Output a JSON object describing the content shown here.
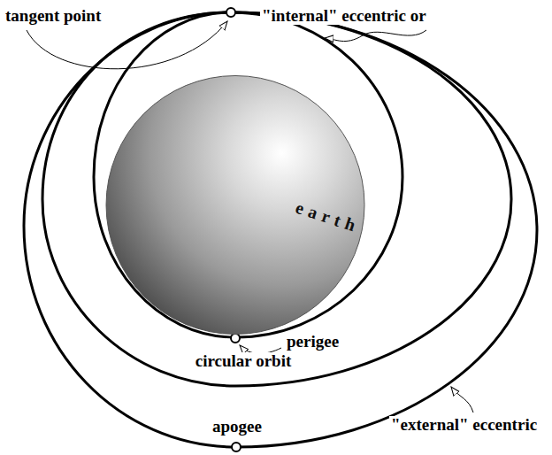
{
  "diagram": {
    "nodes": [
      {
        "text": [
          "earth"
        ]
      }
    ],
    "labels": [
      "tangent point",
      "\"internal\" eccentric or",
      "perigee",
      "circular orbit",
      "apogee",
      "\"external\" eccentric"
    ]
  }
}
